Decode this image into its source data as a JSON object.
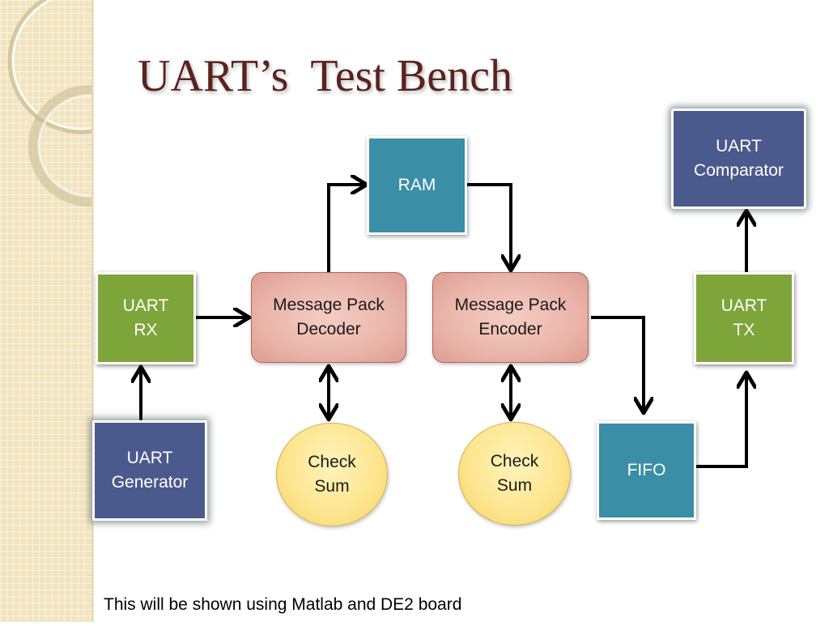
{
  "title": "UART’s  Test Bench",
  "blocks": {
    "uart_comparator": "UART\nComparator",
    "ram": "RAM",
    "uart_rx": "UART\nRX",
    "decoder": "Message Pack\nDecoder",
    "encoder": "Message Pack\nEncoder",
    "uart_tx": "UART\nTX",
    "uart_generator": "UART\nGenerator",
    "checksum_decoder": "Check\nSum",
    "checksum_encoder": "Check\nSum",
    "fifo": "FIFO"
  },
  "footnote": "This will be shown using Matlab and DE2 board",
  "colors": {
    "title": "#5a231c",
    "green_block": "#7da53a",
    "navy_block": "#4b5a8c",
    "teal_block": "#3a8ea6",
    "pink_block": "#eab5aa",
    "yellow_circle": "#fde58d",
    "sidebar": "#f1e4bf"
  }
}
